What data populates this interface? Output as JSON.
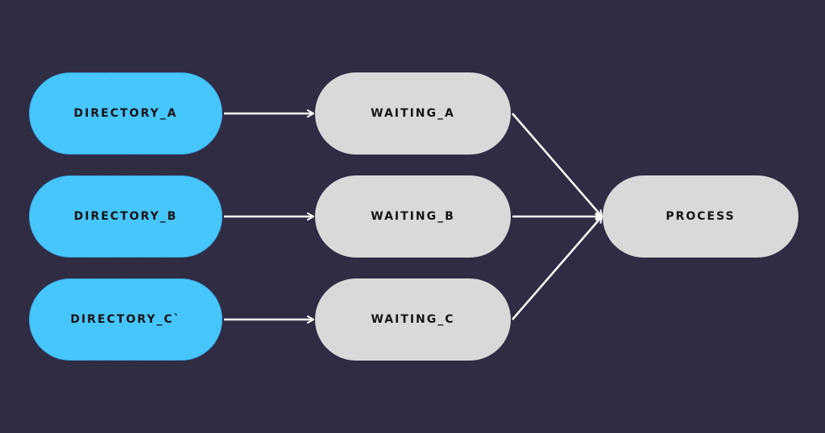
{
  "diagram": {
    "nodes": {
      "directory_a": "DIRECTORY_A",
      "directory_b": "DIRECTORY_B",
      "directory_c": "DIRECTORY_C`",
      "waiting_a": "WAITING_A",
      "waiting_b": "WAITING_B",
      "waiting_c": "WAITING_C",
      "process": "PROCESS"
    },
    "edges": [
      [
        "DIRECTORY_A",
        "WAITING_A"
      ],
      [
        "DIRECTORY_B",
        "WAITING_B"
      ],
      [
        "DIRECTORY_C`",
        "WAITING_C"
      ],
      [
        "WAITING_A",
        "PROCESS"
      ],
      [
        "WAITING_B",
        "PROCESS"
      ],
      [
        "WAITING_C",
        "PROCESS"
      ]
    ],
    "colors": {
      "background": "#302c44",
      "directory_fill": "#47c6fb",
      "waiting_fill": "#d9d9d9",
      "arrow": "#ffffff",
      "text": "#141414"
    }
  }
}
